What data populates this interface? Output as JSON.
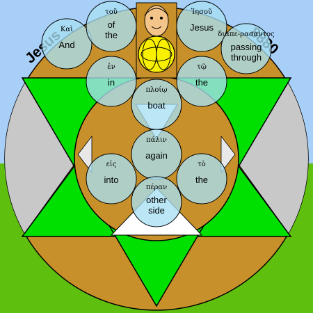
{
  "colors": {
    "sky": "#a8cff8",
    "grass": "#5fbf0f",
    "gray": "#c8c8c8",
    "gold": "#c8902a",
    "green": "#00e000",
    "bubble": "#a8dff2",
    "white": "#ffffff"
  },
  "labels": {
    "jesus": "Jesus",
    "number": "8880"
  },
  "words": [
    {
      "id": "kai",
      "greek": "Καὶ",
      "english": [
        "And"
      ]
    },
    {
      "id": "tou",
      "greek": "τοῦ",
      "english": [
        "of",
        "the"
      ]
    },
    {
      "id": "iesou",
      "greek": "Ἰησοῦ",
      "english": [
        "Jesus"
      ]
    },
    {
      "id": "diaperasantos",
      "greek": "διαπε-ρασαντος",
      "english": [
        "passing",
        "through"
      ]
    },
    {
      "id": "en",
      "greek": "ἐν",
      "english": [
        "in"
      ]
    },
    {
      "id": "to-dat",
      "greek": "τῷ",
      "english": [
        "the"
      ]
    },
    {
      "id": "ploio",
      "greek": "πλοίῳ",
      "english": [
        "boat"
      ]
    },
    {
      "id": "palin",
      "greek": "πάλιν",
      "english": [
        "again"
      ]
    },
    {
      "id": "eis",
      "greek": "εἰς",
      "english": [
        "into"
      ]
    },
    {
      "id": "to",
      "greek": "τὸ",
      "english": [
        "the"
      ]
    },
    {
      "id": "peran",
      "greek": "πέραν",
      "english": [
        "other",
        "side"
      ]
    }
  ]
}
